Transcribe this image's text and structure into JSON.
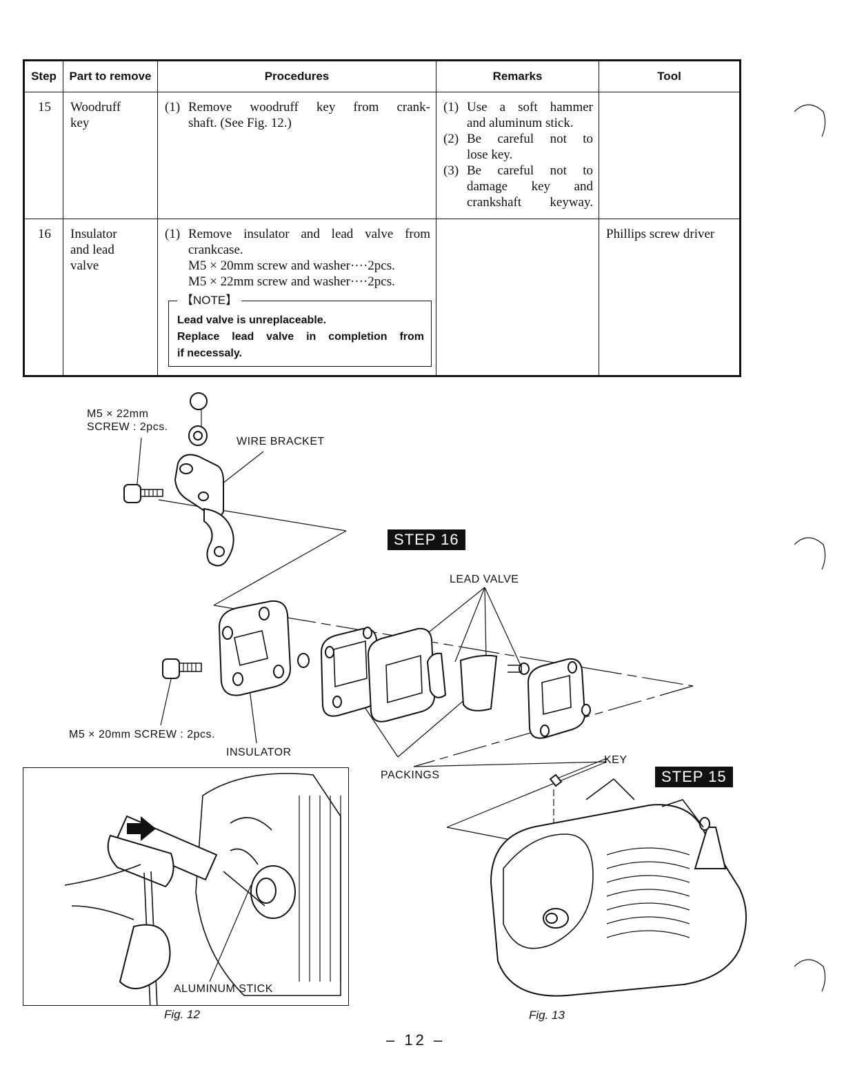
{
  "table": {
    "headers": [
      "Step",
      "Part to remove",
      "Procedures",
      "Remarks",
      "Tool"
    ],
    "rows": [
      {
        "step": "15",
        "part": [
          "Woodruff",
          "key"
        ],
        "procedures": [
          {
            "num": "(1)",
            "lines": [
              "Remove woodruff key from crank-",
              "shaft. (See Fig. 12.)"
            ]
          }
        ],
        "remarks": [
          {
            "num": "(1)",
            "lines": [
              "Use a soft hammer",
              "and aluminum stick."
            ]
          },
          {
            "num": "(2)",
            "lines": [
              "Be careful not to",
              "lose key."
            ]
          },
          {
            "num": "(3)",
            "lines": [
              "Be careful not to",
              "damage key and",
              "crankshaft keyway."
            ]
          }
        ],
        "tool": ""
      },
      {
        "step": "16",
        "part": [
          "Insulator",
          "and lead",
          "valve"
        ],
        "procedures": [
          {
            "num": "(1)",
            "lines": [
              "Remove insulator and lead valve from",
              "crankcase.",
              "M5 × 20mm screw and washer····2pcs.",
              "M5 × 22mm screw and washer····2pcs."
            ]
          }
        ],
        "note": {
          "title": "【NOTE】",
          "lines": [
            "Lead valve is unreplaceable.",
            "Replace lead valve in completion from",
            "if necessaly."
          ]
        },
        "remarks": [],
        "tool": "Phillips screw driver"
      }
    ]
  },
  "figure_labels": {
    "m5_22": [
      "M5 × 22mm",
      "SCREW : 2pcs."
    ],
    "wire_bracket": "WIRE BRACKET",
    "step16": "STEP 16",
    "lead_valve": "LEAD VALVE",
    "m5_20": "M5 × 20mm SCREW : 2pcs.",
    "insulator": "INSULATOR",
    "packings": "PACKINGS",
    "key": "KEY",
    "step15": "STEP 15",
    "aluminum_stick": "ALUMINUM STICK"
  },
  "captions": {
    "fig12": "Fig. 12",
    "fig13": "Fig. 13"
  },
  "page_number": "– 12 –"
}
